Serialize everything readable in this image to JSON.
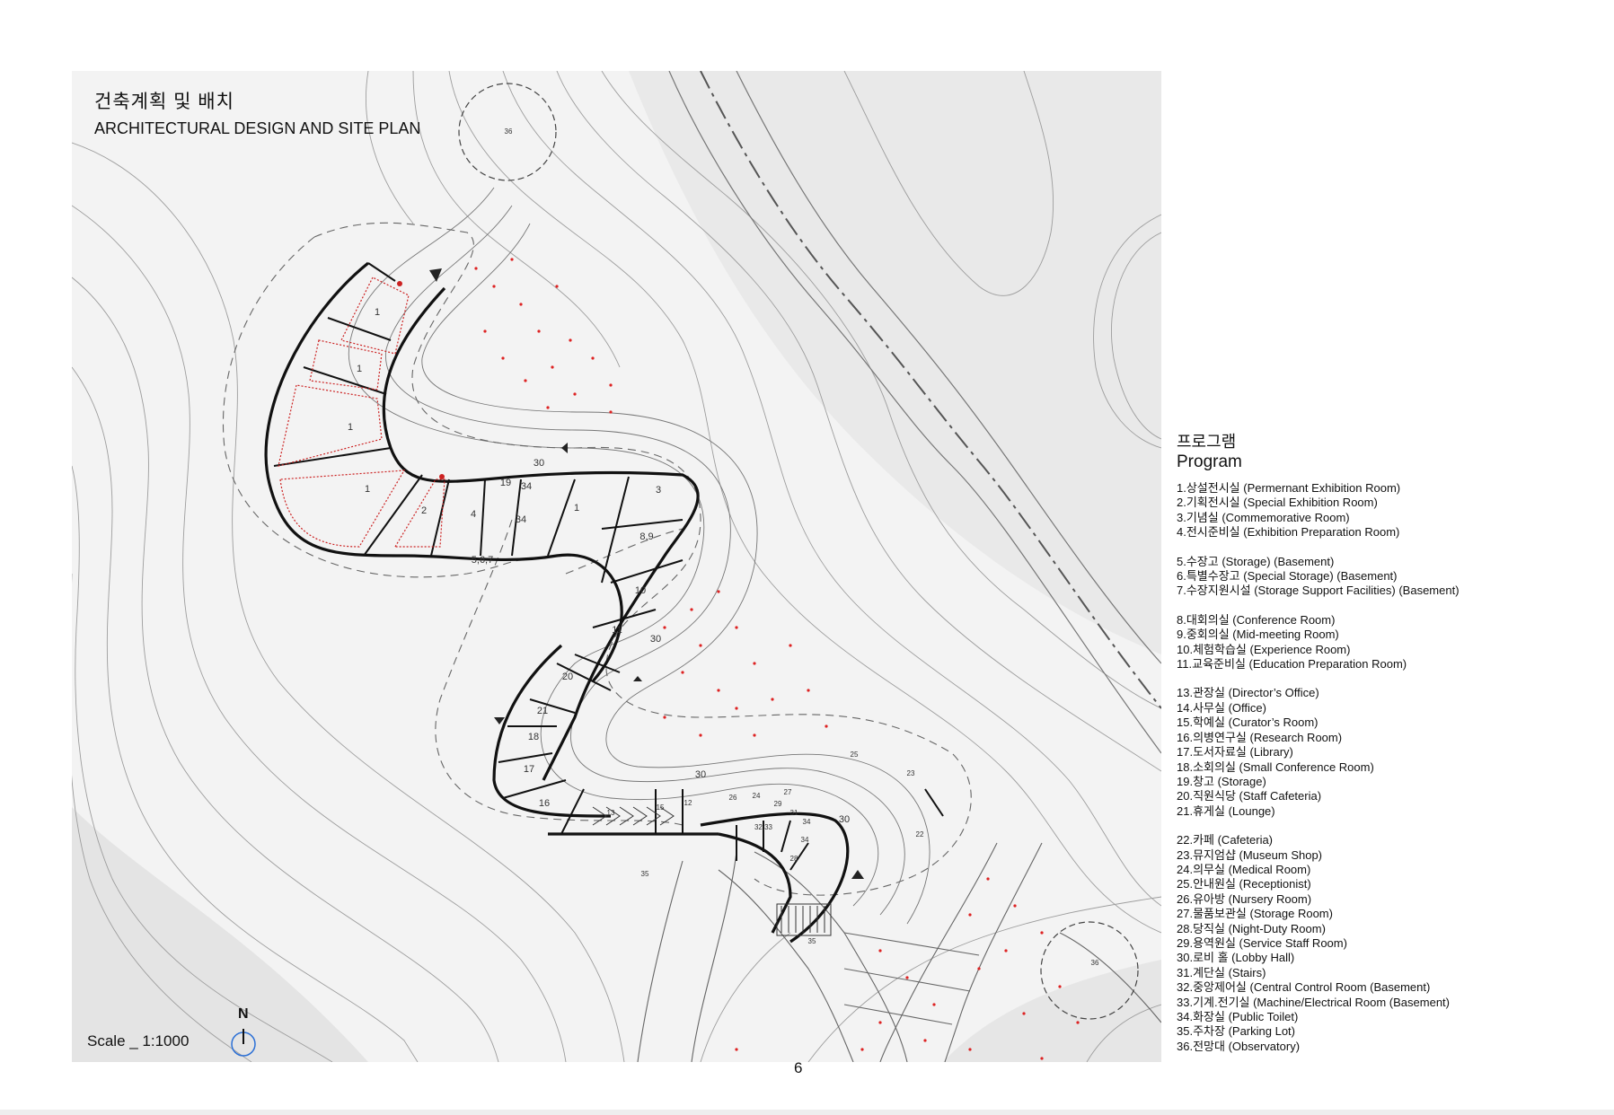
{
  "header": {
    "title_ko": "건축계획 및 배치",
    "title_en": "ARCHITECTURAL DESIGN AND SITE PLAN"
  },
  "scale": "Scale _ 1:1000",
  "north": "N",
  "page_number": "6",
  "plan_labels": {
    "r1": "1",
    "r2": "2",
    "r3": "3",
    "r4": "4",
    "r567": "5,6,7",
    "r89": "8,9",
    "r10": "10",
    "r11": "11",
    "r12": "12",
    "r13": "13",
    "r15": "15",
    "r16": "16",
    "r17": "17",
    "r18": "18",
    "r19": "19",
    "r20": "20",
    "r21": "21",
    "r22": "22",
    "r23": "23",
    "r24": "24",
    "r25": "25",
    "r26": "26",
    "r27": "27",
    "r28": "28",
    "r29": "29",
    "r30": "30",
    "r31": "31",
    "r3233": "32,33",
    "r34": "34",
    "r35": "35",
    "r36": "36"
  },
  "legend": {
    "title_ko": "프로그램",
    "title_en": "Program",
    "groups": [
      [
        "1.상설전시실 (Permernant Exhibition Room)",
        "2.기획전시실 (Special Exhibition Room)",
        "3.기념실 (Commemorative Room)",
        "4.전시준비실 (Exhibition Preparation Room)"
      ],
      [
        "5.수장고 (Storage) (Basement)",
        "6.특별수장고 (Special Storage) (Basement)",
        "7.수장지원시설 (Storage Support Facilities) (Basement)"
      ],
      [
        "8.대회의실 (Conference Room)",
        "9.중회의실 (Mid-meeting Room)",
        "10.체험학습실 (Experience Room)",
        "11.교육준비실 (Education Preparation Room)"
      ],
      [
        "13.관장실 (Director’s Office)",
        "14.사무실 (Office)",
        "15.학예실 (Curator’s Room)",
        "16.의병연구실 (Research Room)",
        "17.도서자료실 (Library)",
        "18.소회의실 (Small Conference Room)",
        "19.창고 (Storage)",
        "20.직원식당 (Staff Cafeteria)",
        "21.휴게실 (Lounge)"
      ],
      [
        "22.카페 (Cafeteria)",
        "23.뮤지엄샵 (Museum Shop)",
        "24.의무실 (Medical Room)",
        "25.안내원실 (Receptionist)",
        "26.유아방 (Nursery Room)",
        "27.물품보관실 (Storage Room)",
        "28.당직실 (Night-Duty Room)",
        "29.용역원실 (Service Staff Room)",
        "30.로비 홀 (Lobby Hall)",
        "31.계단실 (Stairs)",
        "32.중앙제어실 (Central Control Room (Basement)",
        "33.기계.전기실 (Machine/Electrical Room (Basement)",
        "34.화장실 (Public Toilet)",
        "35.주차장 (Parking Lot)",
        "36.전망대 (Observatory)"
      ]
    ]
  }
}
